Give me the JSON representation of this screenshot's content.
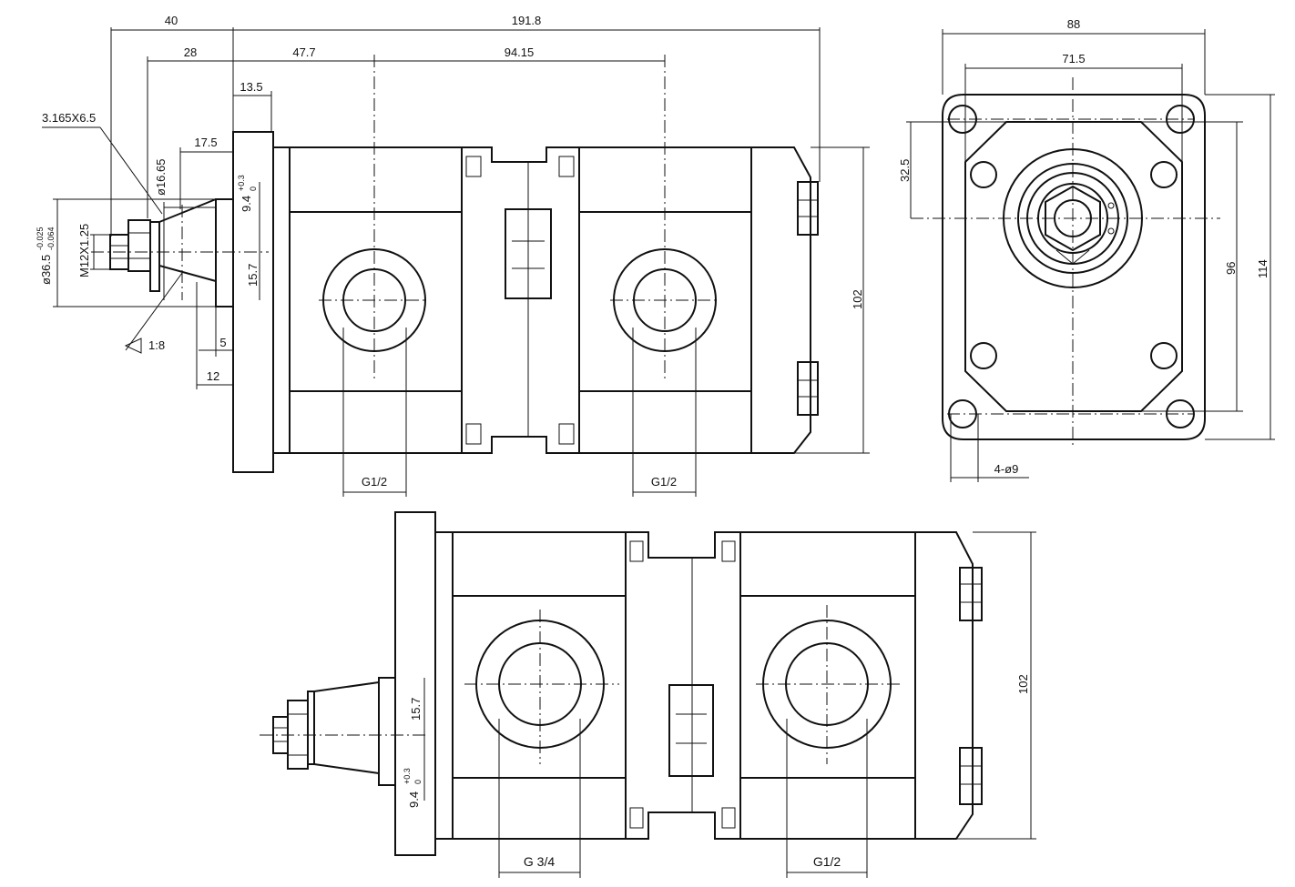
{
  "colors": {
    "line": "#111111",
    "background": "#ffffff"
  },
  "labels": {
    "d_40": "40",
    "d_191_8": "191.8",
    "d_28": "28",
    "d_47_7": "47.7",
    "d_94_15": "94.15",
    "d_13_5": "13.5",
    "key": "3.165X6.5",
    "d_17_5": "17.5",
    "d_phi16_65": "ø16.65",
    "tol_9_4_main": "9.4",
    "tol_9_4_upper": "+0.3",
    "tol_9_4_lower": "0",
    "phi36_5_main": "ø36.5",
    "phi36_5_upper": "-0.025",
    "phi36_5_lower": "-0.064",
    "thread": "M12X1.25",
    "d_15_7": "15.7",
    "taper": "1:8",
    "d_5": "5",
    "d_12": "12",
    "d_102": "102",
    "port_g12": "G1/2",
    "port_g34": "G 3/4",
    "d_88": "88",
    "d_71_5": "71.5",
    "d_32_5": "32.5",
    "d_96": "96",
    "d_114": "114",
    "holes": "4-ø9"
  }
}
